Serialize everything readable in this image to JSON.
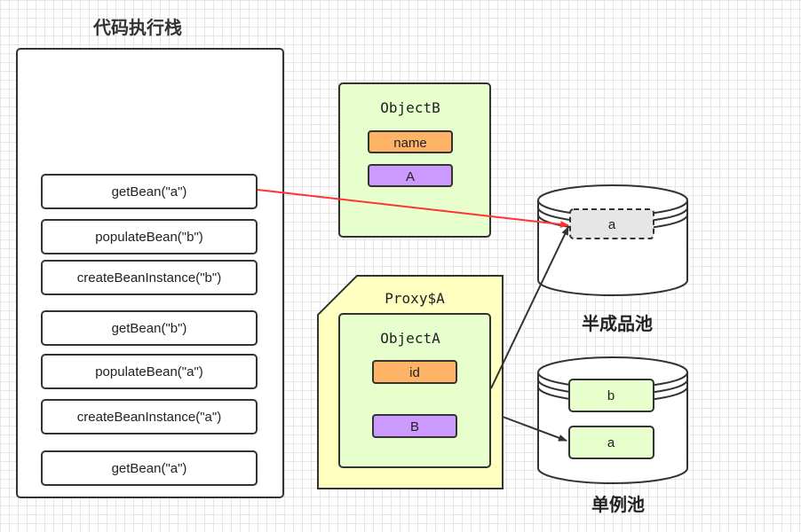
{
  "stack": {
    "title": "代码执行栈",
    "frames": [
      "getBean(\"a\")",
      "populateBean(\"b\")",
      "createBeanInstance(\"b\")",
      "getBean(\"b\")",
      "populateBean(\"a\")",
      "createBeanInstance(\"a\")",
      "getBean(\"a\")"
    ]
  },
  "objectB": {
    "title": "ObjectB",
    "fields": [
      "name",
      "A"
    ]
  },
  "proxy": {
    "title": "Proxy$A",
    "objectA": {
      "title": "ObjectA",
      "fields": [
        "id",
        "B"
      ]
    }
  },
  "semi_pool": {
    "label": "半成品池",
    "items": [
      "a"
    ]
  },
  "singleton_pool": {
    "label": "单例池",
    "items": [
      "b",
      "a"
    ]
  },
  "colors": {
    "field_orange": "#ffb366",
    "field_purple": "#cc99ff",
    "object_green": "#e6ffcc",
    "proxy_yellow": "#ffffc0",
    "arrow_red": "#ff3333"
  }
}
